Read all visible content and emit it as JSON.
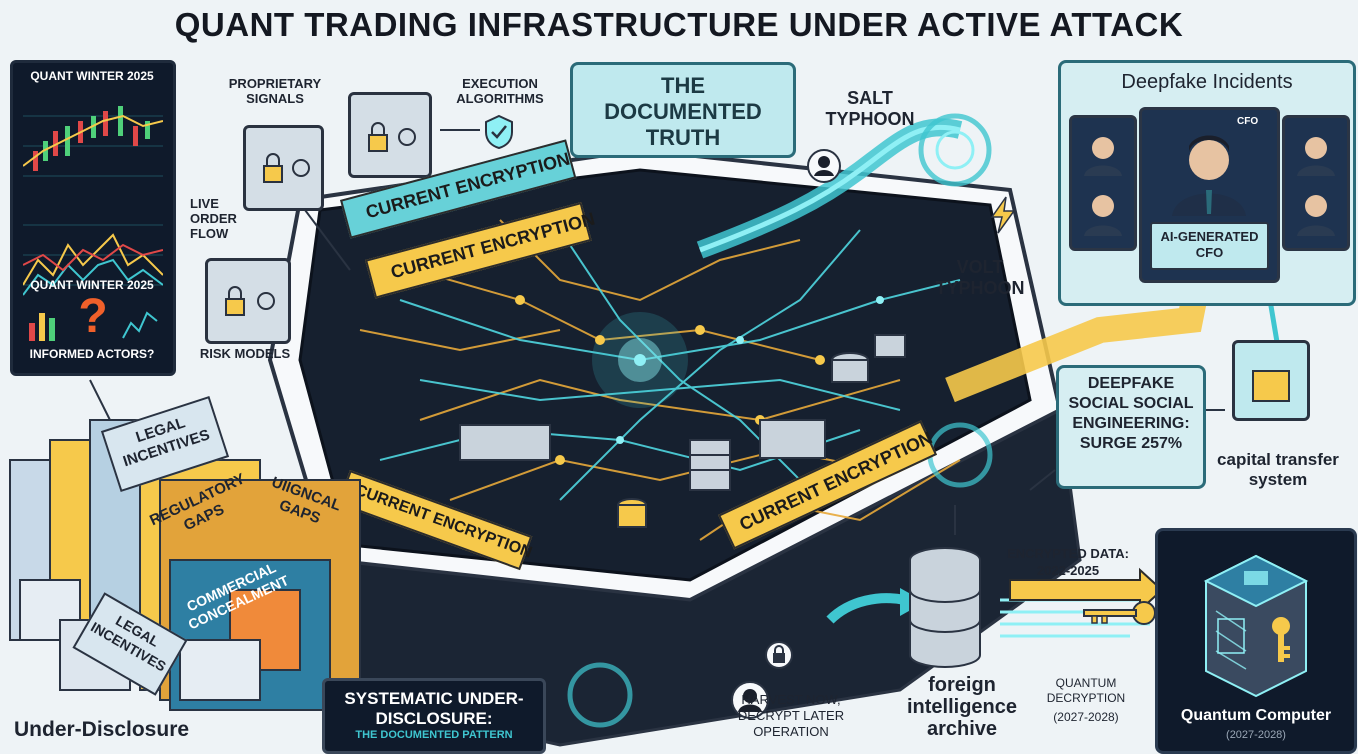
{
  "title": "QUANT TRADING INFRASTRUCTURE UNDER ACTIVE ATTACK",
  "left_panel": {
    "top_label": "QUANT WINTER 2025",
    "mid_label": "QUANT WINTER 2025",
    "question": "?",
    "bottom_label": "INFORMED ACTORS?"
  },
  "assets": {
    "signals": "PROPRIETARY SIGNALS",
    "execution": "EXECUTION ALGORITHMS",
    "order_flow": "LIVE ORDER FLOW",
    "risk": "RISK MODELS"
  },
  "documented_truth": "THE DOCUMENTED TRUTH",
  "encryption_label": "CURRENT ENCRYPTION",
  "threats": {
    "salt": "SALT TYPHOON",
    "volt": "VOLT TYPHOON"
  },
  "deepfake": {
    "title": "Deepfake Incidents",
    "cfo_tag": "CFO",
    "ai_cfo": "AI-GENERATED CFO",
    "stat": "DEEPFAKE SOCIAL SOCIAL ENGINEERING: SURGE 257%",
    "capital": "capital transfer system"
  },
  "disclosure": {
    "legal_top": "LEGAL INCENTIVES",
    "regulatory": "REGULATORY GAPS",
    "ethical": "UIIGNCAL GAPS",
    "commercial": "COMMERCIAL CONCEALMENT",
    "legal_bottom": "LEGAL INCENTIVES",
    "footer": "Under-Disclosure",
    "systematic_title": "SYSTEMATIC UNDER-DISCLOSURE:",
    "systematic_sub": "THE DOCUMENTED PATTERN"
  },
  "harvest": "HARVEST NOW, DECRYPT LATER OPERATION",
  "archive": "foreign intelligence archive",
  "encrypted_data": {
    "label": "ENCRYPTED DATA:",
    "years": "2022-2025"
  },
  "quantum_decryption": {
    "label": "QUANTUM DECRYPTION",
    "years": "(2027-2028)"
  },
  "quantum_computer": {
    "label": "Quantum Computer",
    "years": "(2027-2028)"
  },
  "colors": {
    "teal": "#3fc6d0",
    "yellow": "#f6c94b",
    "dark": "#0f1a2b",
    "orange_question": "#f0602a"
  }
}
